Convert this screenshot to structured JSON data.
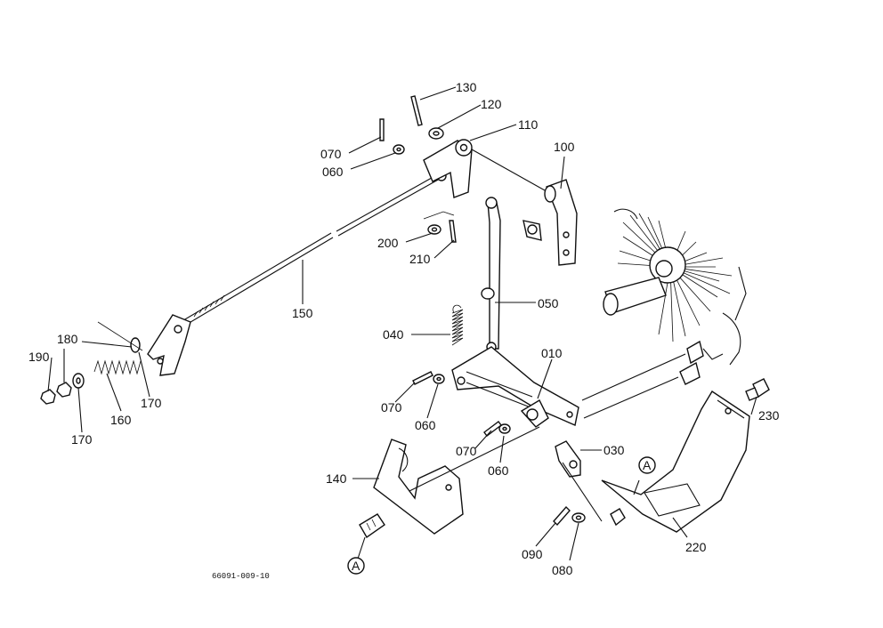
{
  "labels": {
    "p130": "130",
    "p120": "120",
    "p110": "110",
    "p100": "100",
    "p070a": "070",
    "p060a": "060",
    "p200": "200",
    "p210": "210",
    "p150": "150",
    "p050": "050",
    "p040": "040",
    "p010": "010",
    "p180": "180",
    "p190": "190",
    "p160": "160",
    "p170a": "170",
    "p170b": "170",
    "p070b": "070",
    "p060b": "060",
    "p070c": "070",
    "p060c": "060",
    "p030": "030",
    "p140": "140",
    "p230": "230",
    "p220": "220",
    "p090": "090",
    "p080": "080",
    "markA1": "A",
    "markA2": "A"
  },
  "reference_number": "66091-009-10"
}
